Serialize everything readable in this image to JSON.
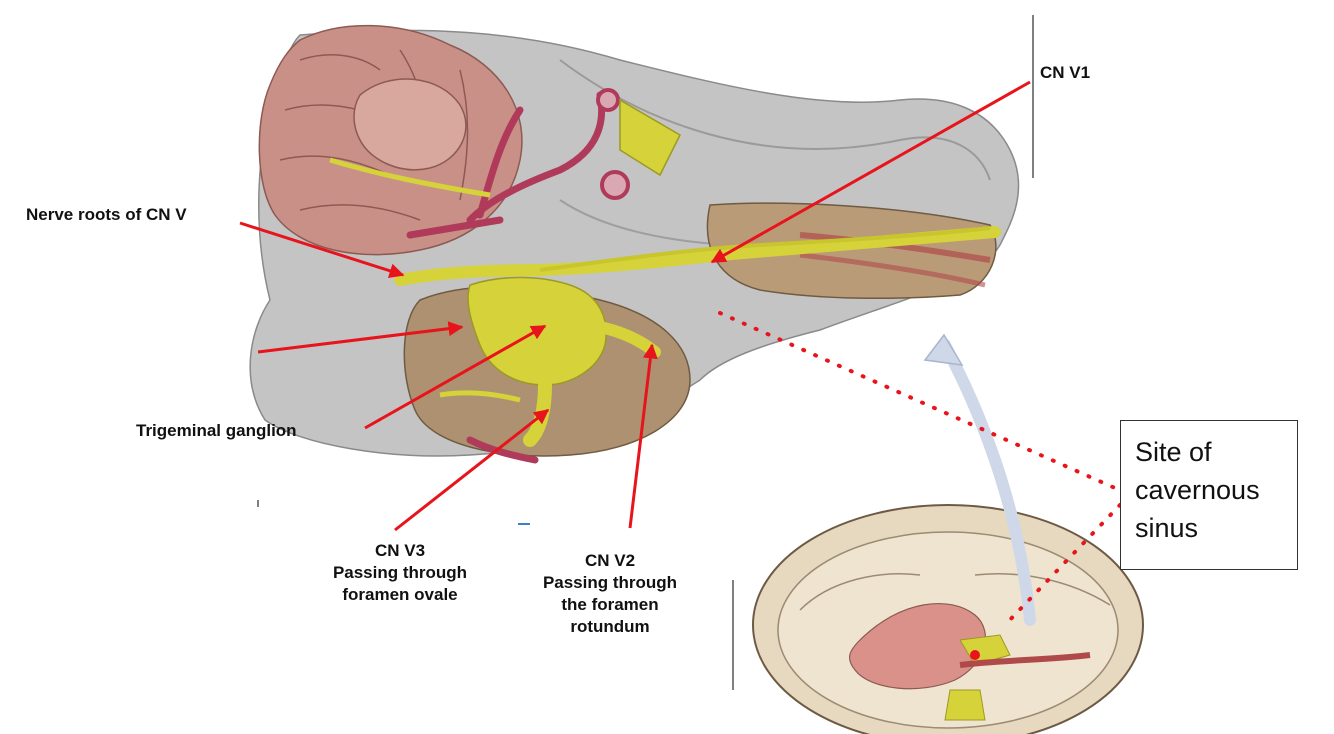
{
  "labels": {
    "cn_v1": "CN V1",
    "nerve_roots": "Nerve roots of CN V",
    "trigeminal_ganglion": "Trigeminal ganglion",
    "cn_v3": [
      "CN V3",
      "Passing through",
      "foramen ovale"
    ],
    "cn_v2": [
      "CN V2",
      "Passing through",
      "the foramen",
      "rotundum"
    ],
    "cavernous_sinus": [
      "Site of",
      "cavernous",
      "sinus"
    ]
  },
  "colors": {
    "arrow": "#e8141b",
    "nerve": "#d6d23a",
    "dura": "#b9b9b9",
    "brain": "#c98f86",
    "bone": "#a88b66",
    "artery": "#b03a5a",
    "skull_inset": "#e7d9c0",
    "pointer": "#cfd8e8"
  }
}
